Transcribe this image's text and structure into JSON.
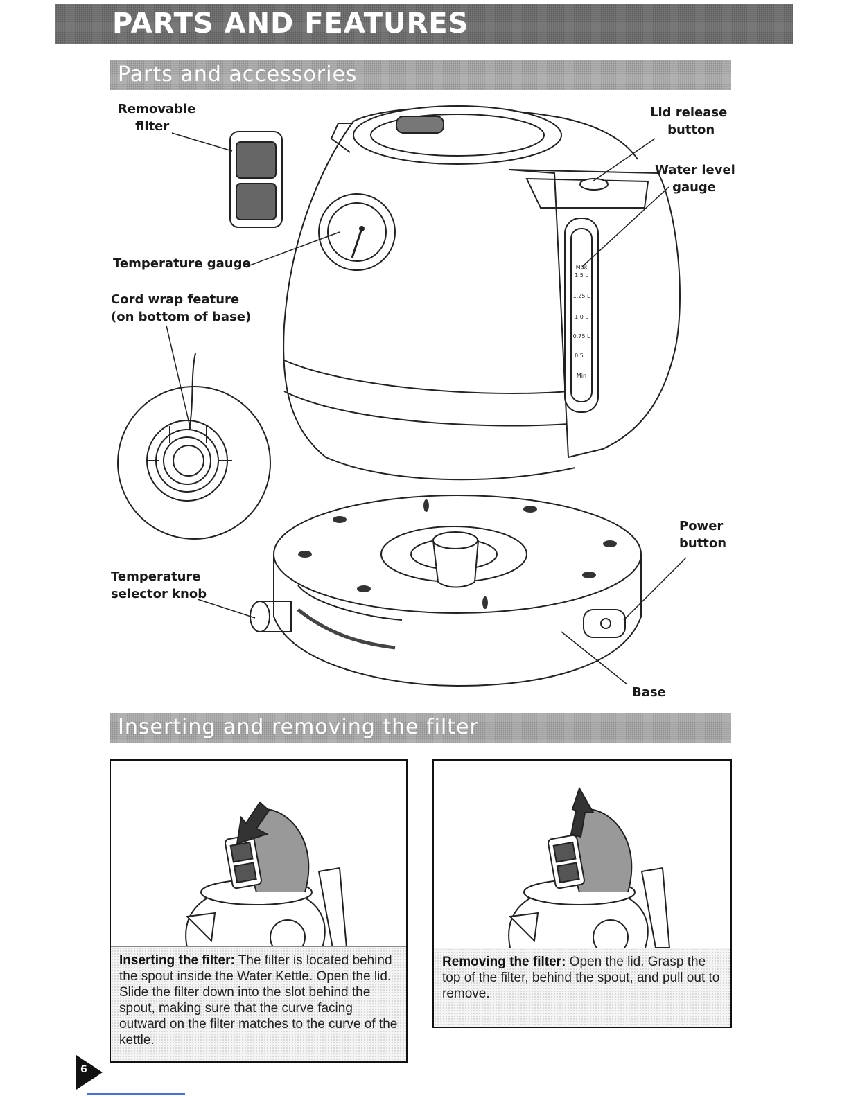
{
  "header": {
    "title": "PARTS AND FEATURES"
  },
  "sections": {
    "parts": {
      "title": "Parts and accessories"
    },
    "filter": {
      "title": "Inserting and removing the filter"
    }
  },
  "callouts": {
    "removable_filter": "Removable\n    filter",
    "lid_release": "Lid release\n    button",
    "water_level": "Water level\n    gauge",
    "temperature_gauge": "Temperature gauge",
    "cord_wrap": "Cord wrap feature\n(on bottom of base)",
    "power_button": "Power\nbutton",
    "temperature_selector": "Temperature\nselector knob",
    "base": "Base"
  },
  "gauge_marks": [
    "Max",
    "1.5 L",
    "1.25 L",
    "1.0 L",
    "0.75 L",
    "0.5 L",
    "Min"
  ],
  "panels": {
    "inserting": {
      "heading": "Inserting the filter:",
      "text": " The filter is located behind the spout inside the Water Kettle. Open the lid. Slide the filter down into the slot behind the spout, making sure that the curve facing outward on the filter matches to the curve of the kettle."
    },
    "removing": {
      "heading": "Removing the filter:",
      "text": " Open the lid. Grasp the top of the filter, behind the spout, and pull out to remove."
    }
  },
  "page": {
    "number": "6"
  }
}
